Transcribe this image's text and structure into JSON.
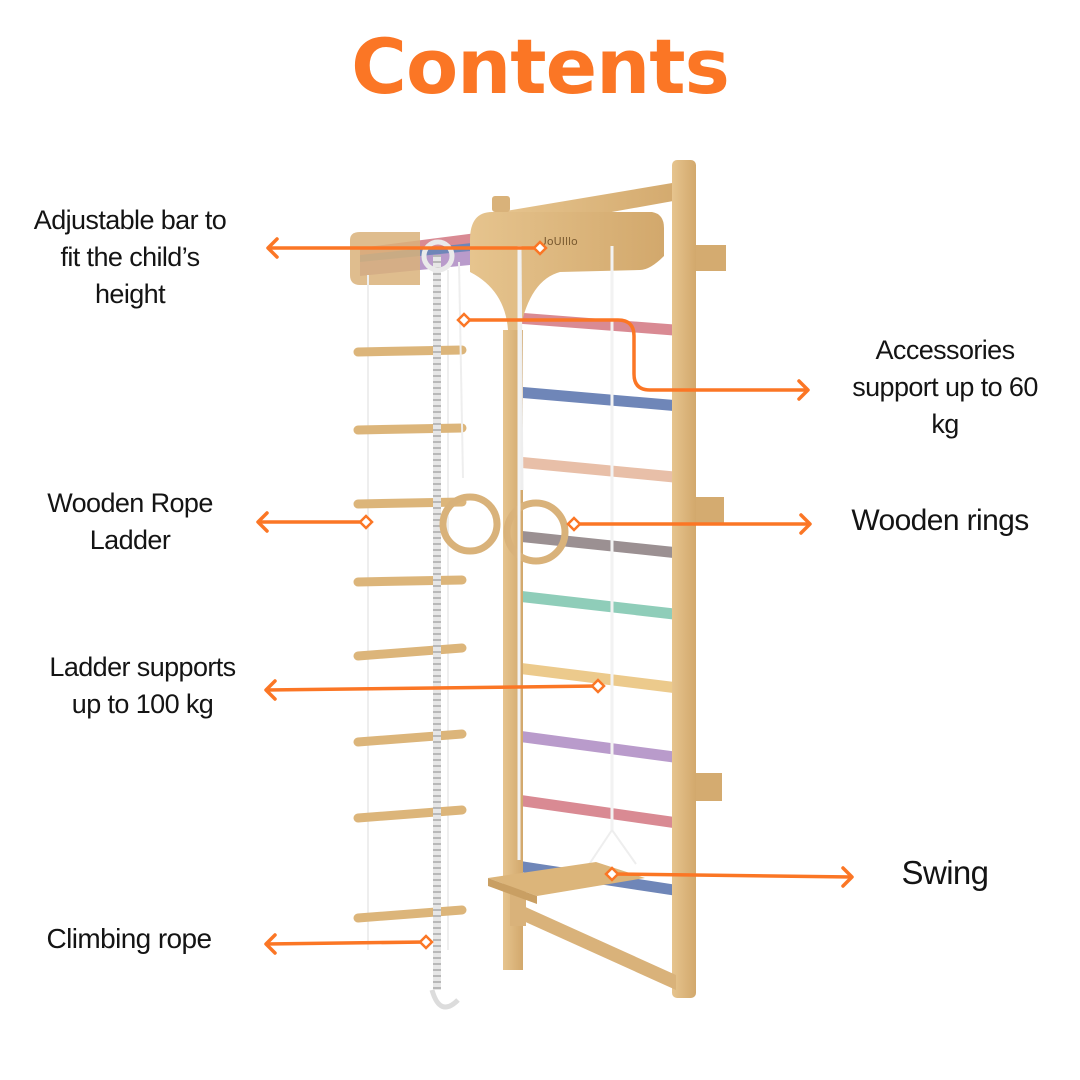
{
  "title": "Contents",
  "accent_color": "#fb7625",
  "callouts": [
    {
      "id": "adjustable-bar",
      "lines": [
        "Adjustable bar to",
        "fit the child’s",
        "height"
      ]
    },
    {
      "id": "accessories",
      "lines": [
        "Accessories",
        "support up to 60",
        "kg"
      ]
    },
    {
      "id": "rope-ladder",
      "lines": [
        "Wooden Rope",
        "Ladder"
      ]
    },
    {
      "id": "wooden-rings",
      "lines": [
        "Wooden rings"
      ]
    },
    {
      "id": "ladder-supports",
      "lines": [
        "Ladder supports",
        "up to 100 kg"
      ]
    },
    {
      "id": "swing",
      "lines": [
        "Swing"
      ]
    },
    {
      "id": "climbing-rope",
      "lines": [
        "Climbing rope"
      ]
    }
  ],
  "product": {
    "wood_color": "#dcb57a",
    "rung_colors": [
      "#d98a93",
      "#6f86b8",
      "#e8bfa8",
      "#9b9092",
      "#8fcdb9",
      "#ecca8c",
      "#b99bcb",
      "#d98a93",
      "#6f86b8"
    ]
  }
}
